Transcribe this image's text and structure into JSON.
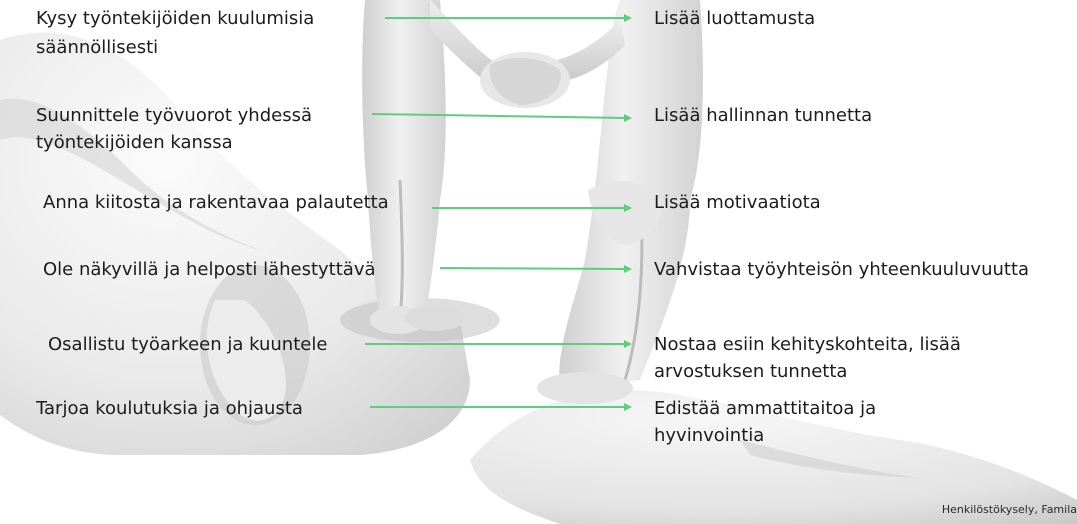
{
  "colors": {
    "arrow": "#5ccf78",
    "text": "#1c1c1c"
  },
  "rows": [
    {
      "action": "Kysy työntekijöiden kuulumisia",
      "action_line2": "säännöllisesti",
      "effect": "Lisää luottamusta",
      "effect_line2": ""
    },
    {
      "action": "Suunnittele työvuorot yhdessä",
      "action_line2": "työntekijöiden kanssa",
      "effect": "Lisää hallinnan tunnetta",
      "effect_line2": ""
    },
    {
      "action": "Anna kiitosta ja rakentavaa palautetta",
      "action_line2": "",
      "effect": "Lisää motivaatiota",
      "effect_line2": ""
    },
    {
      "action": "Ole näkyvillä ja helposti lähestyttävä",
      "action_line2": "",
      "effect": "Vahvistaa työyhteisön yhteenkuuluvuutta",
      "effect_line2": ""
    },
    {
      "action": "Osallistu työarkeen ja kuuntele",
      "action_line2": "",
      "effect": "Nostaa esiin kehityskohteita, lisää",
      "effect_line2": "arvostuksen tunnetta"
    },
    {
      "action": "Tarjoa koulutuksia ja ohjausta",
      "action_line2": "",
      "effect": "Edistää ammattitaitoa ja",
      "effect_line2": "hyvinvointia"
    }
  ],
  "source": "Henkilöstökysely, Famila"
}
